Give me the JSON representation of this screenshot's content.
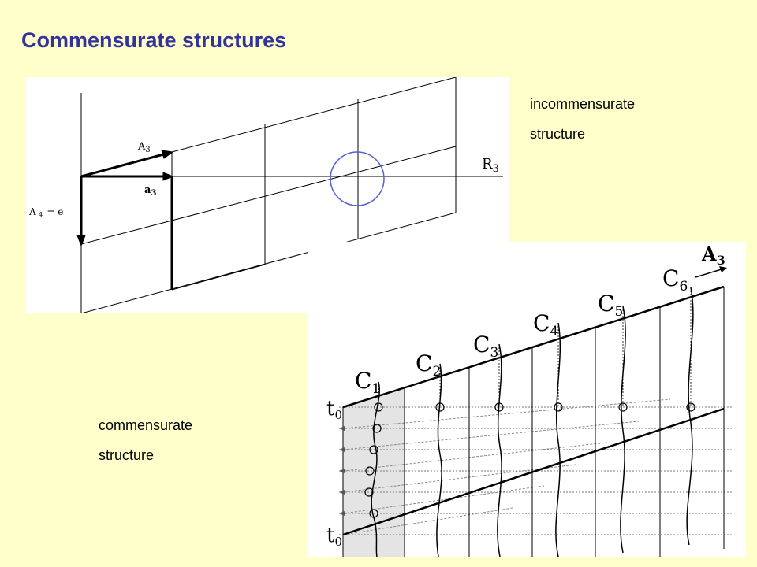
{
  "slide": {
    "title": "Commensurate structures",
    "incommensurate_caption": [
      "incommensurate",
      "structure"
    ],
    "commensurate_caption": [
      "commensurate",
      "structure"
    ]
  },
  "figure_top": {
    "vector_A3": "A",
    "vector_A3_sub": "3",
    "vector_a3": "a",
    "vector_a3_sub": "3",
    "axis_R3": "R",
    "axis_R3_sub": "3",
    "vector_A4_prefix": "A",
    "vector_A4_sub": "4",
    "vector_A4_eq": "= e"
  },
  "figure_bottom": {
    "axis_A3": "A",
    "axis_A3_sub": "3",
    "t0_upper": "t",
    "t0_upper_sub": "0",
    "t0_lower": "t",
    "t0_lower_sub": "0",
    "columns": [
      {
        "label": "C",
        "sub": "1"
      },
      {
        "label": "C",
        "sub": "2"
      },
      {
        "label": "C",
        "sub": "3"
      },
      {
        "label": "C",
        "sub": "4"
      },
      {
        "label": "C",
        "sub": "5"
      },
      {
        "label": "C",
        "sub": "6"
      }
    ]
  }
}
